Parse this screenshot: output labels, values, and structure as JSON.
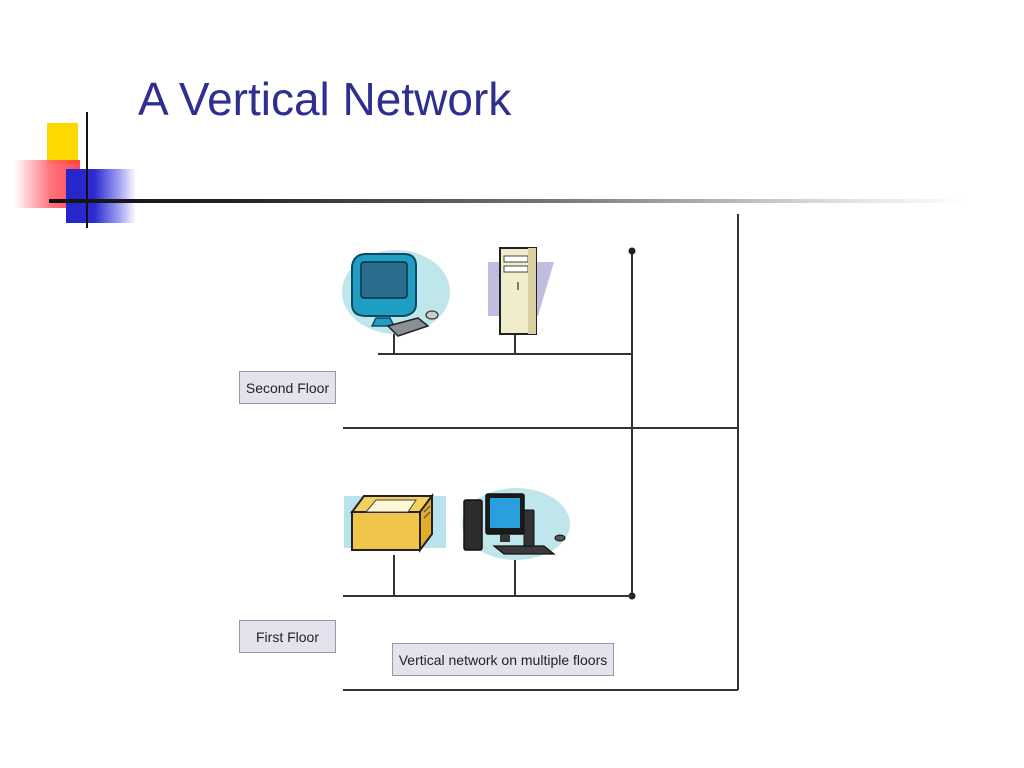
{
  "slide": {
    "title": "A Vertical Network"
  },
  "diagram": {
    "floors": {
      "second": "Second Floor",
      "first": "First Floor"
    },
    "caption": "Vertical network on multiple floors",
    "devices": {
      "second_floor": [
        "desktop-computer",
        "tower-server"
      ],
      "first_floor": [
        "printer",
        "desktop-computer"
      ]
    },
    "colors": {
      "title": "#2f2f8f",
      "label_bg": "#e4e3ed",
      "bubble": "#bfe6ea"
    }
  }
}
